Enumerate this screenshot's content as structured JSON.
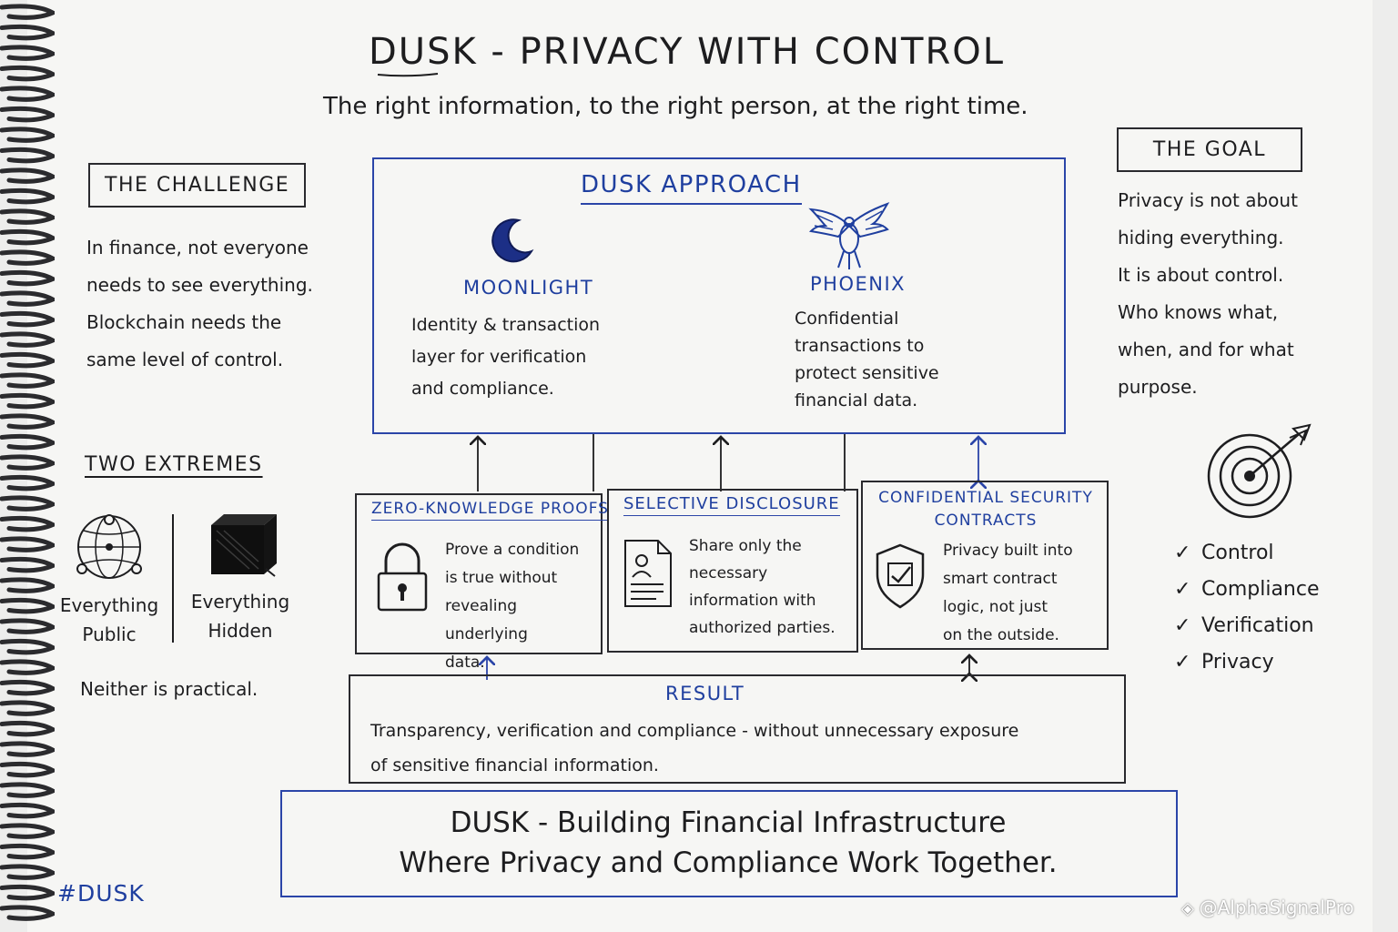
{
  "header": {
    "title": "DUSK - PRIVACY WITH CONTROL",
    "subtitle": "The right information, to the right person, at the right time."
  },
  "challenge": {
    "heading": "THE CHALLENGE",
    "lines": [
      "In finance, not everyone",
      "needs to see everything.",
      "Blockchain needs the",
      "same level of control."
    ]
  },
  "extremes": {
    "heading": "TWO EXTREMES",
    "public_line1": "Everything",
    "public_line2": "Public",
    "hidden_line1": "Everything",
    "hidden_line2": "Hidden",
    "note": "Neither is practical."
  },
  "approach": {
    "heading": "DUSK APPROACH",
    "moonlight": {
      "name": "MOONLIGHT",
      "lines": [
        "Identity & transaction",
        "layer for verification",
        "and compliance."
      ]
    },
    "phoenix": {
      "name": "PHOENIX",
      "lines": [
        "Confidential",
        "transactions to",
        "protect sensitive",
        "financial data."
      ]
    }
  },
  "pillars": [
    {
      "heading": "ZERO-KNOWLEDGE PROOFS",
      "icon": "padlock-icon",
      "lines": [
        "Prove a condition",
        "is true without",
        "revealing underlying",
        "data."
      ]
    },
    {
      "heading": "SELECTIVE DISCLOSURE",
      "icon": "document-icon",
      "lines": [
        "Share only the",
        "necessary",
        "information with",
        "authorized parties."
      ]
    },
    {
      "heading_line1": "CONFIDENTIAL SECURITY",
      "heading_line2": "CONTRACTS",
      "icon": "shield-icon",
      "lines": [
        "Privacy built into",
        "smart contract",
        "logic, not just",
        "on the outside."
      ]
    }
  ],
  "result": {
    "heading": "RESULT",
    "line1": "Transparency, verification and compliance - without unnecessary exposure",
    "line2": "of sensitive financial information."
  },
  "goal": {
    "heading": "THE GOAL",
    "lines": [
      "Privacy is not about",
      "hiding everything.",
      "It is about control.",
      "Who knows what,",
      "when, and for what",
      "purpose."
    ],
    "checklist": [
      "Control",
      "Compliance",
      "Verification",
      "Privacy"
    ]
  },
  "footer": {
    "line1": "DUSK - Building Financial Infrastructure",
    "line2": "Where Privacy and Compliance Work Together.",
    "hashtag": "#DUSK",
    "watermark": "@AlphaSignalPro"
  },
  "colors": {
    "ink": "#1d1d1f",
    "blue_ink": "#1f3f9f",
    "paper": "#f6f6f4"
  }
}
